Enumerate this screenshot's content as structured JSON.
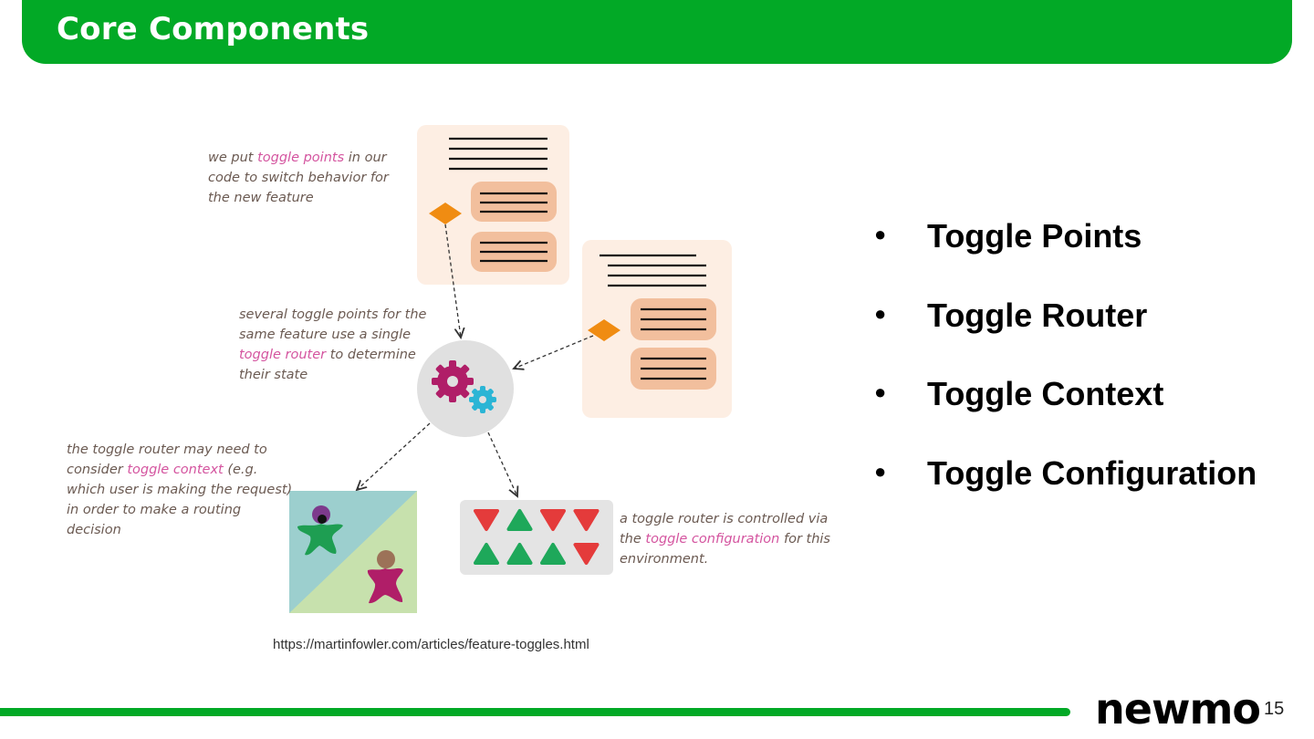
{
  "header": {
    "title": "Core Components"
  },
  "diagram": {
    "caption_toggle_points": {
      "before": "we put ",
      "highlight": "toggle points",
      "after": " in our code to switch behavior for the new feature"
    },
    "caption_toggle_router": {
      "before": "several toggle points for the same feature use a single ",
      "highlight": "toggle router",
      "after": " to determine their state"
    },
    "caption_toggle_context": {
      "before": "the toggle router may need to consider ",
      "highlight": "toggle context",
      "after": " (e.g. which user is making the request) in order to make a routing decision"
    },
    "caption_toggle_configuration": {
      "before": "a toggle router is controlled via the ",
      "highlight": "toggle configuration",
      "after": " for this environment."
    },
    "config_toggles_row1": [
      "off",
      "on",
      "off",
      "off"
    ],
    "config_toggles_row2": [
      "on",
      "on",
      "on",
      "off"
    ],
    "colors": {
      "highlight": "#d4549f",
      "card_bg": "#fdeee3",
      "code_block": "#f2bf9d",
      "toggle_point": "#f08c12",
      "router_circle": "#e0e0e0",
      "gear_large": "#b01e68",
      "gear_small": "#2bb5d5",
      "on": "#1ea85a",
      "off": "#e43b3b"
    }
  },
  "bullets": [
    "Toggle Points",
    "Toggle Router",
    "Toggle Context",
    "Toggle Configuration"
  ],
  "source": {
    "url": "https://martinfowler.com/articles/feature-toggles.html"
  },
  "footer": {
    "logo": "newmo",
    "page_number": "15",
    "accent": "#02a926"
  }
}
